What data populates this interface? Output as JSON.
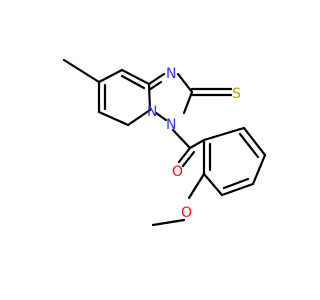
{
  "molecule": {
    "background": "#ffffff",
    "bond_color": "#000000",
    "atoms": [
      {
        "id": "n-bridge",
        "label": "N",
        "color": "#3333ff"
      },
      {
        "id": "n-top",
        "label": "N",
        "color": "#3333ff"
      },
      {
        "id": "n-acyl",
        "label": "N",
        "color": "#3333ff"
      },
      {
        "id": "s-thione",
        "label": "S",
        "color": "#b3a000"
      },
      {
        "id": "o-carbonyl",
        "label": "O",
        "color": "#ff0d0d"
      },
      {
        "id": "o-methoxy",
        "label": "O",
        "color": "#ff0d0d"
      }
    ]
  }
}
